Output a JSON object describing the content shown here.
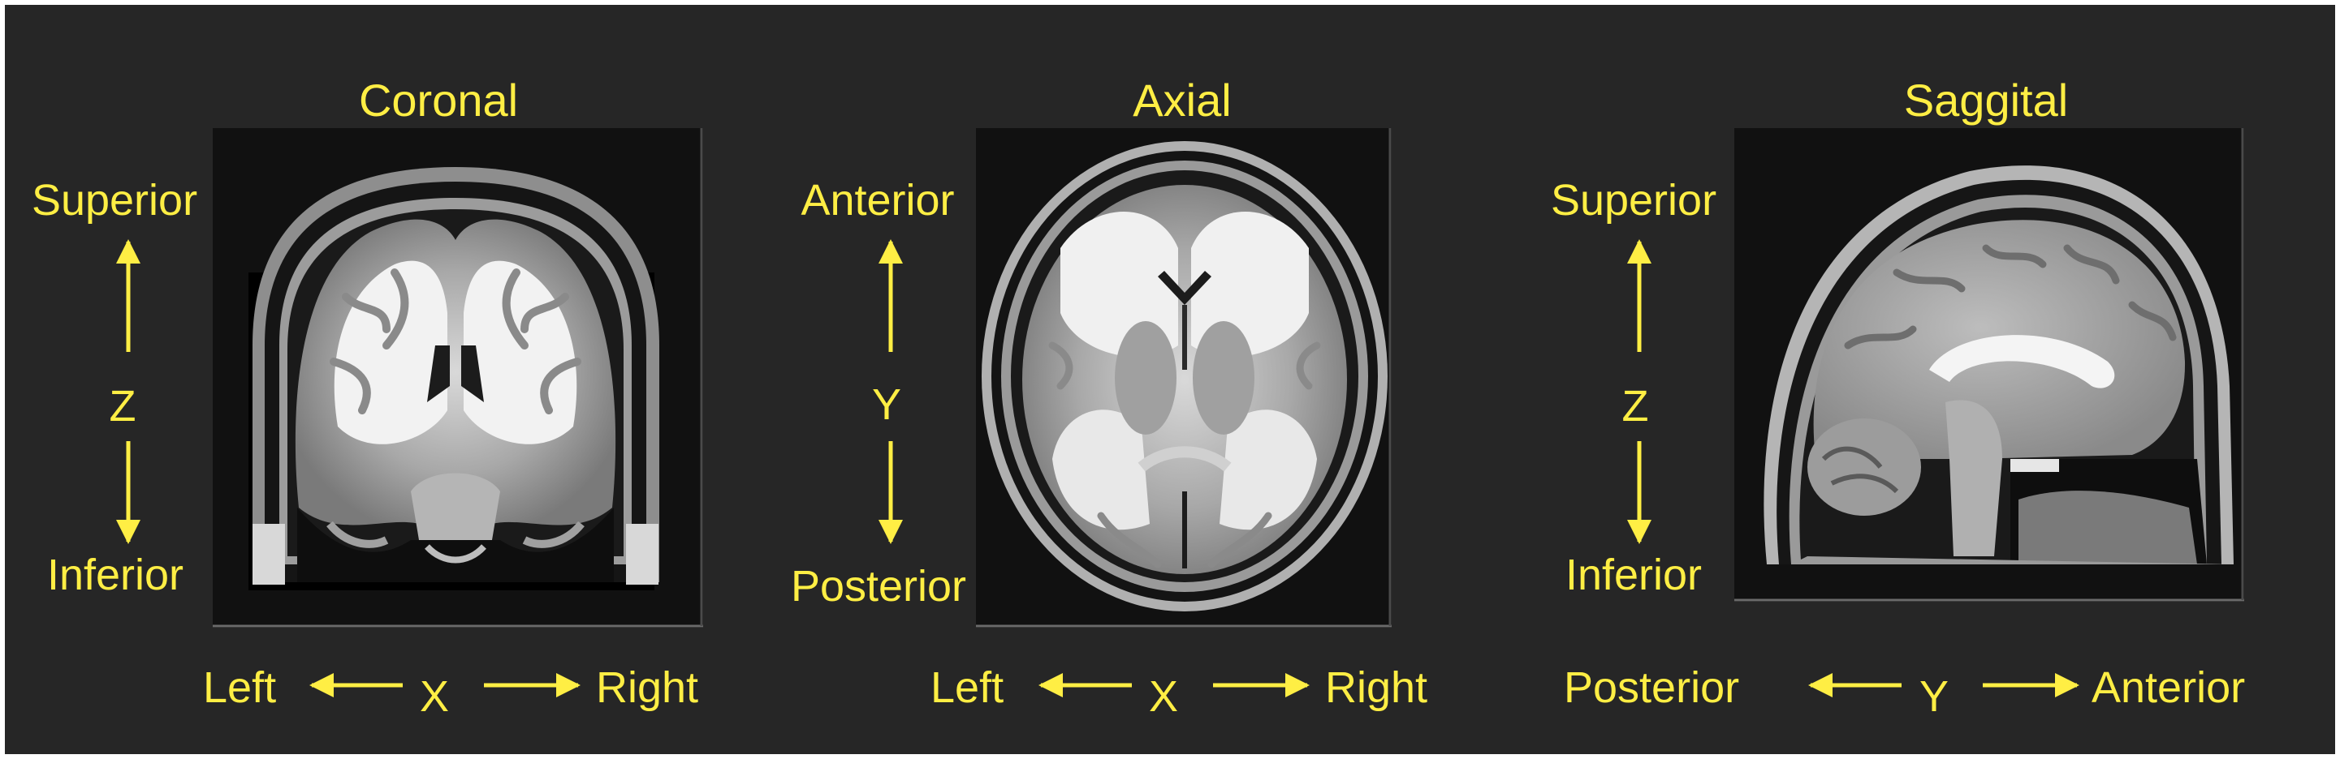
{
  "colors": {
    "background": "#262626",
    "label": "#ffee44",
    "border": "#ffffff"
  },
  "panels": [
    {
      "title": "Coronal",
      "vertical": {
        "top": "Superior",
        "axis": "Z",
        "bottom": "Inferior"
      },
      "horizontal": {
        "left": "Left",
        "axis": "X",
        "right": "Right"
      }
    },
    {
      "title": "Axial",
      "vertical": {
        "top": "Anterior",
        "axis": "Y",
        "bottom": "Posterior"
      },
      "horizontal": {
        "left": "Left",
        "axis": "X",
        "right": "Right"
      }
    },
    {
      "title": "Saggital",
      "vertical": {
        "top": "Superior",
        "axis": "Z",
        "bottom": "Inferior"
      },
      "horizontal": {
        "left": "Posterior",
        "axis": "Y",
        "right": "Anterior"
      }
    }
  ]
}
